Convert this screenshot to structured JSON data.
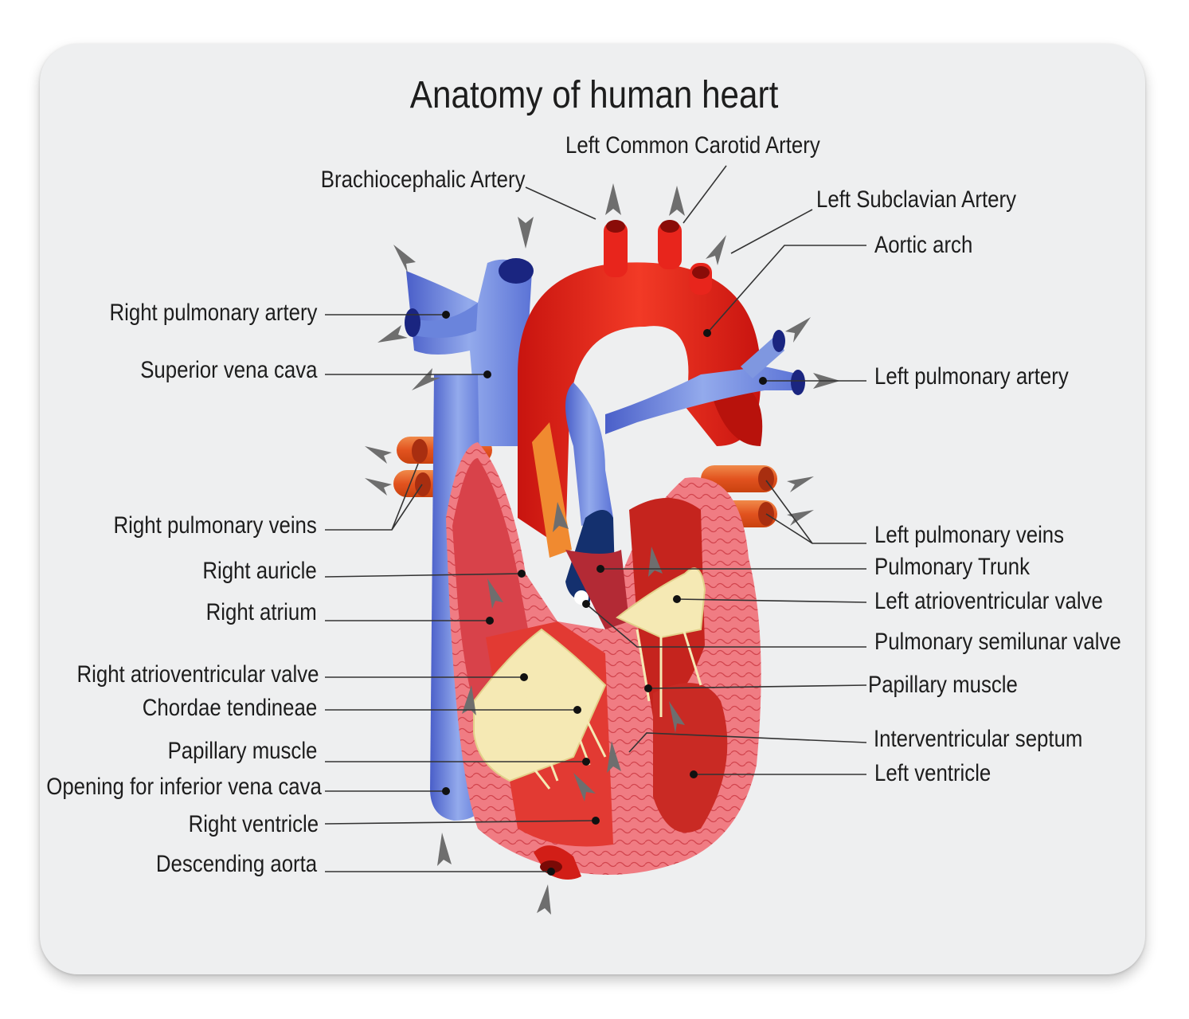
{
  "title": "Anatomy of human heart",
  "labels": {
    "left_common_carotid_artery": "Left Common Carotid Artery",
    "brachiocephalic_artery": "Brachiocephalic Artery",
    "left_subclavian_artery": "Left Subclavian Artery",
    "aortic_arch": "Aortic arch",
    "right_pulmonary_artery": "Right pulmonary artery",
    "superior_vena_cava": "Superior vena cava",
    "left_pulmonary_artery": "Left pulmonary artery",
    "right_pulmonary_veins": "Right pulmonary veins",
    "left_pulmonary_veins": "Left pulmonary veins",
    "pulmonary_trunk": "Pulmonary Trunk",
    "right_auricle": "Right auricle",
    "left_atrioventricular_valve": "Left atrioventricular valve",
    "right_atrium": "Right atrium",
    "pulmonary_semilunar_valve": "Pulmonary semilunar valve",
    "right_atrioventricular_valve": "Right atrioventricular valve",
    "papillary_muscle_right": "Papillary muscle",
    "chordae_tendineae": "Chordae tendineae",
    "interventricular_septum": "Interventricular septum",
    "papillary_muscle_left": "Papillary muscle",
    "left_ventricle": "Left ventricle",
    "opening_inferior_vena_cava": "Opening for inferior vena cava",
    "right_ventricle": "Right ventricle",
    "descending_aorta": "Descending aorta"
  },
  "colors": {
    "background": "#eeeff0",
    "oxygenated": "#e8251c",
    "deoxygenated": "#7f97e0",
    "myocardium": "#e66a70",
    "valve": "#f5e9b4",
    "pulmonary_vein": "#e8692c",
    "arrow": "#6e6e6e",
    "leader_line": "#333333"
  }
}
